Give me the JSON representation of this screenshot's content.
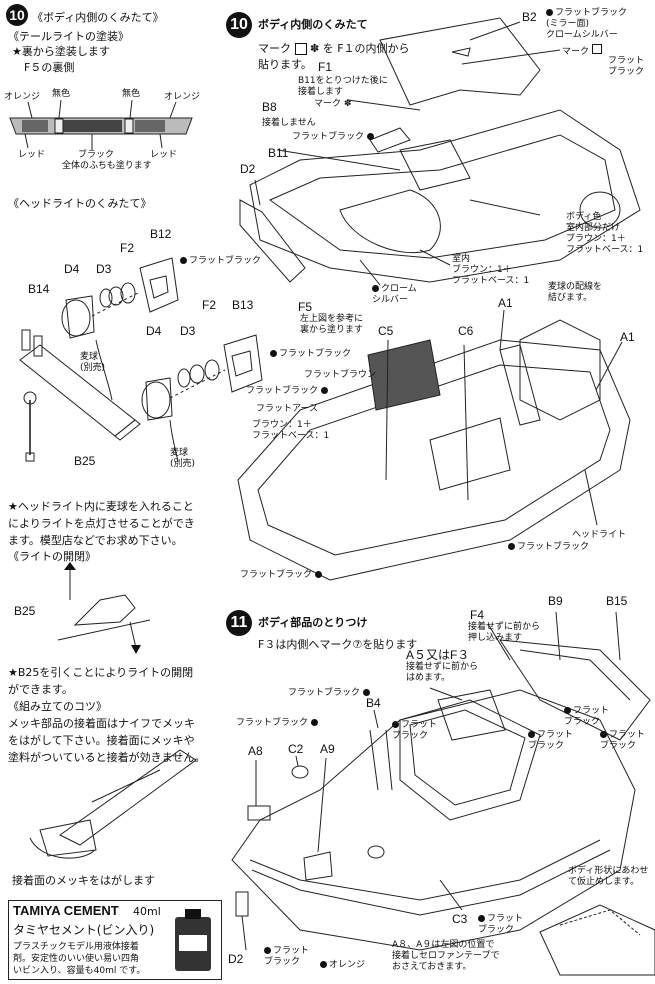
{
  "left": {
    "step10": {
      "number": "10",
      "title": "《ボディ内側のくみたて》"
    },
    "taillight": {
      "heading": "《テールライトの塗装》",
      "line1": "★裏から塗装します",
      "line2": "F５の裏側",
      "labels": {
        "orange_l": "オレンジ",
        "clear_1": "無色",
        "clear_2": "無色",
        "orange_r": "オレンジ",
        "red_l": "レッド",
        "black": "ブラック",
        "black_note": "全体のふちも塗ります",
        "red_r": "レッド"
      }
    },
    "headlight": {
      "heading": "《ヘッドライトのくみたて》",
      "labels": {
        "f2a": "F2",
        "b12": "B12",
        "d4a": "D4",
        "d3a": "D3",
        "flat_black_a": "フラットブラック",
        "b14": "B14",
        "f2b": "F2",
        "b13": "B13",
        "d4b": "D4",
        "d3b": "D3",
        "flat_black_b": "フラットブラック",
        "bulb_a": "麦球\n(別売)",
        "bulb_b": "麦球\n(別売)",
        "b25": "B25"
      }
    },
    "light_note": [
      "★ヘッドライト内に麦球を入れること",
      "によりライトを点灯させることができ",
      "ます。模型店などでお求め下さい。"
    ],
    "open_heading": "《ライトの開閉》",
    "open_label": "B25",
    "open_note": [
      "★B25を引くことによりライトの開閉",
      "ができます。"
    ],
    "tips": {
      "heading": "《組み立てのコツ》",
      "lines": [
        "メッキ部品の接着面はナイフでメッキ",
        "をはがして下さい。接着面にメッキや",
        "塗料がついていると接着が効きません。"
      ],
      "caption": "接着面のメッキをはがします"
    },
    "cement": {
      "brand": "TAMIYA CEMENT",
      "volume": "40ml",
      "name": "タミヤセメント(ビン入り)",
      "lines": [
        "プラスチックモデル用液体接着",
        "剤。安定性のいい使い易い四角",
        "いビン入り、容量も40ml です。"
      ]
    }
  },
  "right": {
    "step10": {
      "number": "10",
      "title": "ボディ内側のくみたて",
      "intro": [
        "マーク",
        "を F１の内側から",
        "貼ります。"
      ],
      "labels": {
        "b2": "B2",
        "b2_color": "フラットブラック\n(ミラー面)\nクロームシルバー",
        "mark": "マーク",
        "flat_black_1": "フラット\nブラック",
        "f1": "F1",
        "f1_note": "B11をとりつけた後に\n接着します",
        "b8": "B8",
        "b8_mark": "マーク",
        "b8_note": "接着しません",
        "flat_black_2": "フラットブラック",
        "b11": "B11",
        "d2": "D2",
        "body_color": "ボディ色\n室内部分だけ\nブラウン：1＋\nフラットベース：1",
        "interior": "室内\nブラウン：1＋\nフラットベース：1",
        "chrome": "クローム\nシルバー"
      }
    },
    "step10b": {
      "labels": {
        "f5": "F5",
        "f5_note": "左上図を参考に\n裏から塗ります",
        "a1a": "A1",
        "wiring": "麦球の配線を\n結びます。",
        "c5": "C5",
        "c6": "C6",
        "a1b": "A1",
        "flat_brown": "フラットブラウン",
        "flat_black_3": "フラットブラック",
        "flat_earth": "フラットアース",
        "brown_mix": "ブラウン：1＋\nフラットベース：1",
        "headlight": "ヘッドライト",
        "flat_black_4": "フラットブラック",
        "flat_black_5": "フラットブラック"
      }
    },
    "step11": {
      "number": "11",
      "title": "ボディ部品のとりつけ",
      "subtitle": "F３は内側へマーク⑦を貼ります",
      "labels": {
        "f4": "F4",
        "f4_note": "接着せずに前から\n押し込みます",
        "b9": "B9",
        "b15": "B15",
        "a5f3": "A５又はF３",
        "a5_note": "接着せずに前から\nはめます。",
        "fb_1": "フラットブラック",
        "b4": "B4",
        "fb_2": "フラット\nブラック",
        "fb_3": "フラット\nブラック",
        "fb_4": "フラット\nブラック",
        "fb_5": "フラット\nブラック",
        "fb_6": "フラットブラック",
        "a8": "A8",
        "c2": "C2",
        "a9": "A9",
        "c3": "C3",
        "fb_7": "フラット\nブラック",
        "d2": "D2",
        "fb_8": "フラット\nブラック",
        "orange": "オレンジ",
        "body_note": "ボディ形状にあわせ\nて仮止めします。",
        "tape_note": "A８、A９は左図の位置で\n接着しセロファンテープで\nおさえておきます。"
      }
    }
  }
}
